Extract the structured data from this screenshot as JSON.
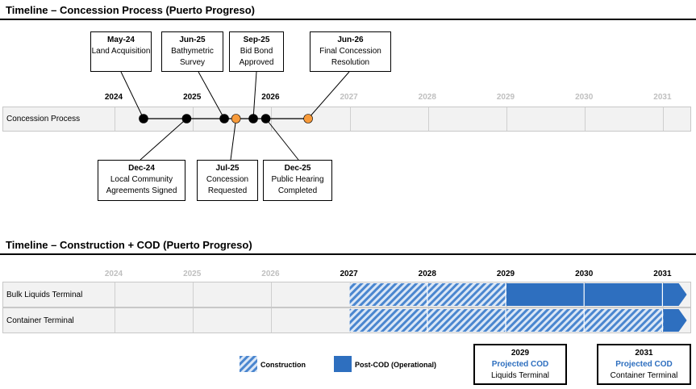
{
  "chart_data": [
    {
      "type": "timeline",
      "title": "Timeline – Concession Process (Puerto Progreso)",
      "years": [
        "2024",
        "2025",
        "2026",
        "2027",
        "2028",
        "2029",
        "2030",
        "2031"
      ],
      "years_emphasized": [
        "2024",
        "2025",
        "2026"
      ],
      "row_label": "Concession Process",
      "milestones": [
        {
          "date": "May-24",
          "label": "Land Acquisition",
          "status": "completed",
          "x": 2024.37
        },
        {
          "date": "Dec-24",
          "label": "Local Community Agreements Signed",
          "status": "completed",
          "x": 2024.92
        },
        {
          "date": "Jun-25",
          "label": "Bathymetric Survey",
          "status": "completed",
          "x": 2025.4
        },
        {
          "date": "Jul-25",
          "label": "Concession Requested",
          "status": "pending",
          "x": 2025.55
        },
        {
          "date": "Sep-25",
          "label": "Bid Bond Approved",
          "status": "completed",
          "x": 2025.77
        },
        {
          "date": "Dec-25",
          "label": "Public Hearing Completed",
          "status": "completed",
          "x": 2025.93
        },
        {
          "date": "Jun-26",
          "label": "Final Concession Resolution",
          "status": "pending",
          "x": 2026.47
        }
      ],
      "colors": {
        "completed": "#000000",
        "pending": "#f79a3a"
      }
    },
    {
      "type": "gantt",
      "title": "Timeline – Construction + COD (Puerto Progreso)",
      "years": [
        "2024",
        "2025",
        "2026",
        "2027",
        "2028",
        "2029",
        "2030",
        "2031"
      ],
      "years_emphasized": [
        "2027",
        "2028",
        "2029",
        "2030",
        "2031"
      ],
      "rows": [
        {
          "label": "Bulk Liquids Terminal",
          "construction": [
            2027.0,
            2029.0
          ],
          "operational": [
            2029.0,
            2031.3
          ]
        },
        {
          "label": "Container Terminal",
          "construction": [
            2027.0,
            2031.0
          ],
          "operational": [
            2031.0,
            2031.3
          ]
        }
      ],
      "legend": {
        "construction": "Construction",
        "operational": "Post-COD (Operational)"
      },
      "cod_callouts": [
        {
          "year": "2029",
          "label": "Projected COD",
          "asset": "Liquids Terminal"
        },
        {
          "year": "2031",
          "label": "Projected COD",
          "asset": "Container Terminal"
        }
      ],
      "colors": {
        "construction": "#2e6fbf",
        "operational": "#2e6fbf"
      }
    }
  ]
}
